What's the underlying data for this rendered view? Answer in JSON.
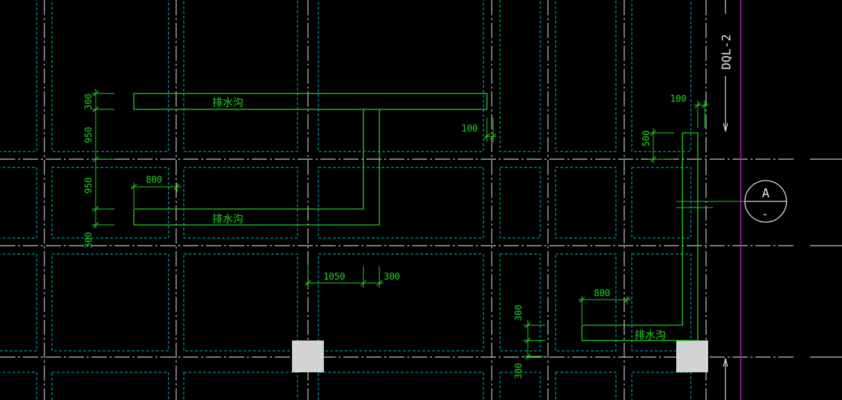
{
  "colors": {
    "background": "#000000",
    "grid_cyan": "#00c8d8",
    "axis_white": "#cfcfcf",
    "drawing_green": "#1fdc1f",
    "column_gray": "#d4d4d4",
    "section_magenta": "#c020c0"
  },
  "drawing": {
    "labels": {
      "channel_top": "排水沟",
      "channel_mid": "排水沟",
      "channel_right": "排水沟",
      "dql": "DQL-2",
      "section_letter": "A",
      "section_sub": "-"
    },
    "dimensions": {
      "d300_top": "300",
      "d950_a": "950",
      "d950_b": "950",
      "d300_bottom_left": "300",
      "d800_left": "800",
      "d100_mid": "100",
      "d100_right": "100",
      "d500": "500",
      "d1050": "1050",
      "d300_mid": "300",
      "d800_right": "800",
      "d300_v_upper": "300",
      "d300_v_lower": "300"
    }
  }
}
